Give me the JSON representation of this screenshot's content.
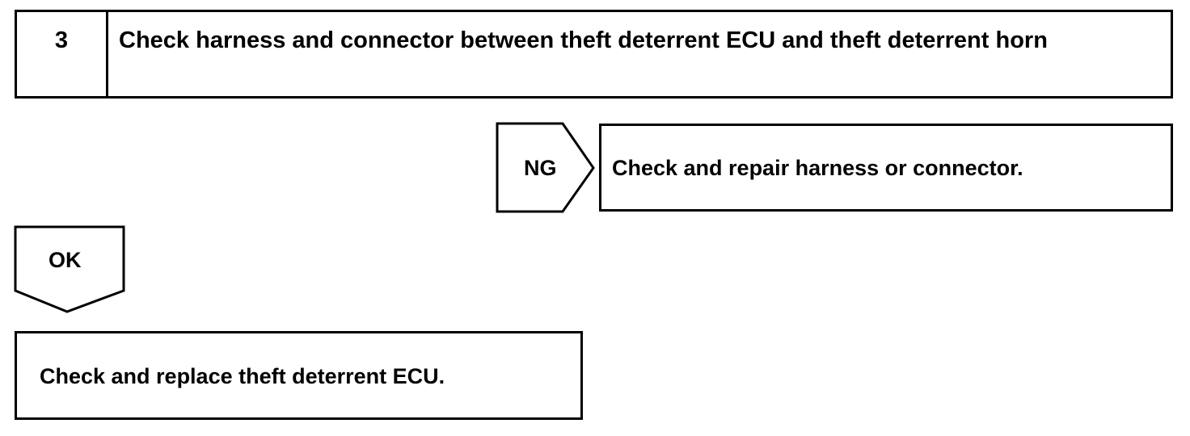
{
  "step": {
    "number": "3",
    "title": "Check harness and connector between theft deterrent ECU and theft deterrent horn"
  },
  "ng_branch": {
    "tag": "NG",
    "action": "Check and repair harness or connector."
  },
  "ok_branch": {
    "tag": "OK",
    "action": "Check and replace theft deterrent ECU."
  },
  "colors": {
    "line": "#000000",
    "background": "#ffffff"
  }
}
